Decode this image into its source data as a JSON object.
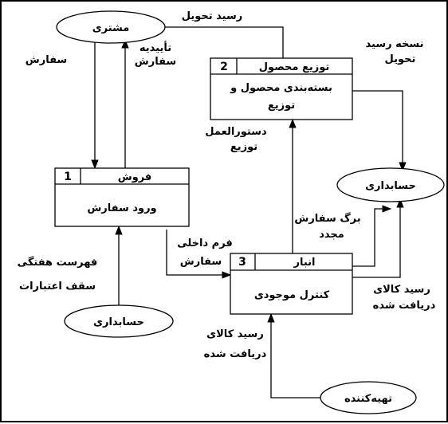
{
  "entities": {
    "customer": "مشتری",
    "accounting_top": "حسابداری",
    "accounting_bottom": "حسابداری",
    "supplier": "تهیه‌کننده"
  },
  "processes": {
    "sales": {
      "number": "1",
      "name": "فروش",
      "body": "ورود سفارش"
    },
    "distribution": {
      "number": "2",
      "name": "توزیع محصول",
      "body_line1": "بسته‌بندی محصول و",
      "body_line2": "توزیع"
    },
    "warehouse": {
      "number": "3",
      "name": "انبار",
      "body": "کنترل موجودی"
    }
  },
  "flows": {
    "order": "سفارش",
    "order_confirm_line1": "تأییدیه",
    "order_confirm_line2": "سفارش",
    "delivery_receipt": "رسید تحویل",
    "receipt_copy_line1": "نسخه رسید",
    "receipt_copy_line2": "تحویل",
    "distribution_order_line1": "دستورالعمل",
    "distribution_order_line2": "توزیع",
    "internal_form_line1": "فرم داخلی",
    "internal_form_line2": "سفارش",
    "reorder_line1": "برگ سفارش",
    "reorder_line2": "مجدد",
    "goods_receipt_right_line1": "رسید کالای",
    "goods_receipt_right_line2": "دریافت شده",
    "weekly_list_line1": "فهرست هفتگی",
    "weekly_list_line2": "سقف اعتبارات",
    "goods_receipt_bottom_line1": "رسید کالای",
    "goods_receipt_bottom_line2": "دریافت شده"
  }
}
